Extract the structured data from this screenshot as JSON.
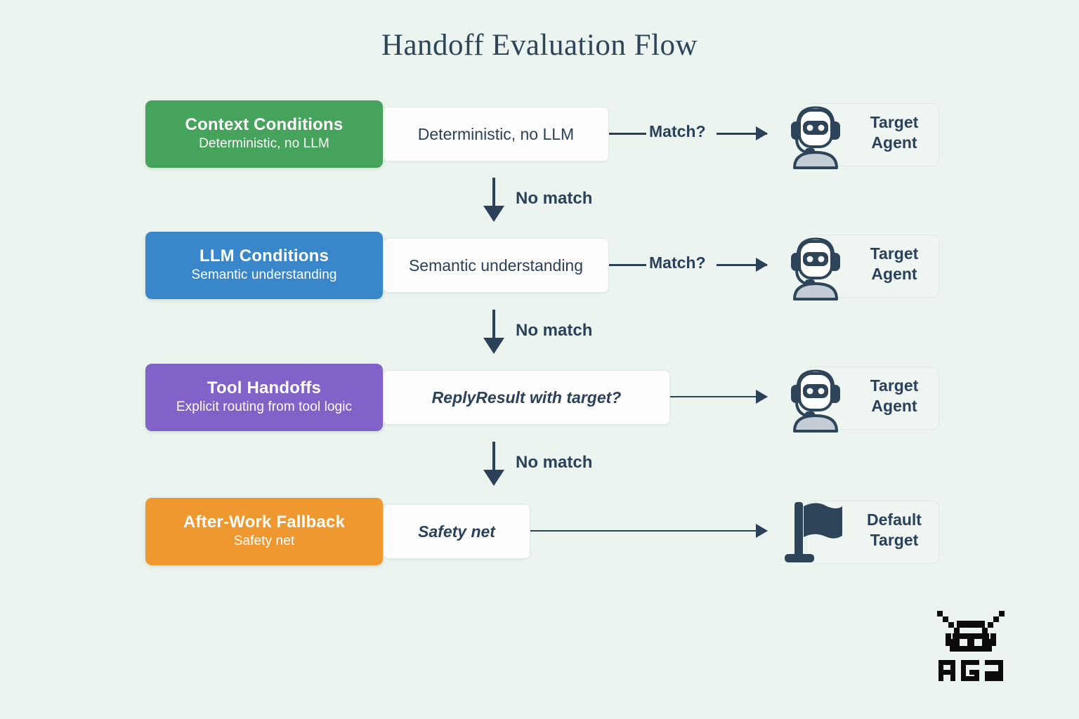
{
  "title": "Handoff Evaluation Flow",
  "theme": {
    "background": "#ebf4ef",
    "ink": "#2a4159",
    "green": "#45a35b",
    "blue": "#3a86ca",
    "purple": "#8062c8",
    "orange": "#ef9830",
    "white_box": "#fdfdfd"
  },
  "rows": [
    {
      "category": "Context Conditions",
      "category_sub": "Deterministic, no LLM",
      "color": "#45a35b",
      "description": "Deterministic, no LLM",
      "description_italic": false,
      "edge_label": "Match?",
      "target": "Target\nAgent",
      "target_line1": "Target",
      "target_line2": "Agent",
      "target_icon": "support-bot-icon"
    },
    {
      "category": "LLM Conditions",
      "category_sub": "Semantic understanding",
      "color": "#3a86ca",
      "description": "Semantic understanding",
      "description_italic": false,
      "edge_label": "Match?",
      "target": "Target\nAgent",
      "target_line1": "Target",
      "target_line2": "Agent",
      "target_icon": "support-bot-icon"
    },
    {
      "category": "Tool Handoffs",
      "category_sub": "Explicit routing from tool logic",
      "color": "#8062c8",
      "description": "ReplyResult with target?",
      "description_italic": true,
      "edge_label": "",
      "target": "Target\nAgent",
      "target_line1": "Target",
      "target_line2": "Agent",
      "target_icon": "support-bot-icon"
    },
    {
      "category": "After-Work Fallback",
      "category_sub": "Safety net",
      "color": "#ef9830",
      "description": "Safety net",
      "description_italic": true,
      "edge_label": "",
      "target": "Default\nTarget",
      "target_line1": "Default",
      "target_line2": "Target",
      "target_icon": "flag-icon"
    }
  ],
  "connectors": [
    {
      "label": "No match"
    },
    {
      "label": "No match"
    },
    {
      "label": "No match"
    }
  ],
  "logo": {
    "name": "ag2-logo",
    "wordmark": "AG2"
  }
}
